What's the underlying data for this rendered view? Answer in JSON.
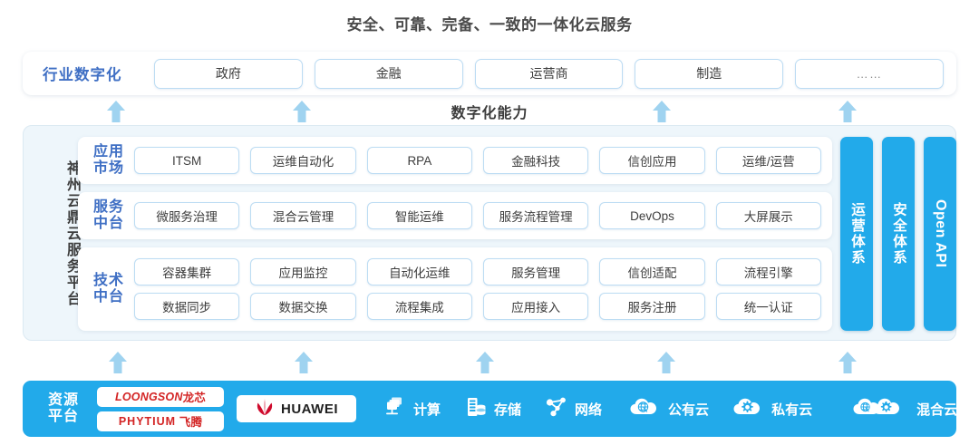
{
  "title": "安全、可靠、完备、一致的一体化云服务",
  "capability_label": "数字化能力",
  "industry": {
    "label": "行业数字化",
    "items": [
      "政府",
      "金融",
      "运营商",
      "制造",
      "……"
    ]
  },
  "platform": {
    "vertical_label": "神州云鼎云服务平台",
    "sections": [
      {
        "label_line1": "应用",
        "label_line2": "市场",
        "rows": [
          [
            "ITSM",
            "运维自动化",
            "RPA",
            "金融科技",
            "信创应用",
            "运维/运营"
          ]
        ]
      },
      {
        "label_line1": "服务",
        "label_line2": "中台",
        "rows": [
          [
            "微服务治理",
            "混合云管理",
            "智能运维",
            "服务流程管理",
            "DevOps",
            "大屏展示"
          ]
        ]
      },
      {
        "label_line1": "技术",
        "label_line2": "中台",
        "rows": [
          [
            "容器集群",
            "应用监控",
            "自动化运维",
            "服务管理",
            "信创适配",
            "流程引擎"
          ],
          [
            "数据同步",
            "数据交换",
            "流程集成",
            "应用接入",
            "服务注册",
            "统一认证"
          ]
        ]
      }
    ],
    "pillars": [
      {
        "text": "运营体系",
        "mode": "upright"
      },
      {
        "text": "安全体系",
        "mode": "upright"
      },
      {
        "text": "Open API",
        "mode": "sideways"
      }
    ]
  },
  "resource": {
    "label_line1": "资源",
    "label_line2": "平台",
    "logos": [
      {
        "latin": "LOONGSON",
        "cn": "龙芯"
      },
      {
        "latin": "PHYTIUM",
        "cn": "飞腾"
      }
    ],
    "huawei_text": "HUAWEI",
    "items": [
      {
        "icon": "compute-icon",
        "label": "计算"
      },
      {
        "icon": "storage-icon",
        "label": "存储"
      },
      {
        "icon": "network-icon",
        "label": "网络"
      },
      {
        "icon": "public-cloud-icon",
        "label": "公有云"
      },
      {
        "icon": "private-cloud-icon",
        "label": "私有云"
      },
      {
        "icon": "hybrid-cloud-icon",
        "label": "混合云"
      }
    ]
  },
  "colors": {
    "accent_blue": "#22aaea",
    "arrow_blue": "#9fd3f0",
    "label_blue": "#3f6fc4",
    "panel_bg": "#eef6fb",
    "logo_red": "#d32424"
  }
}
